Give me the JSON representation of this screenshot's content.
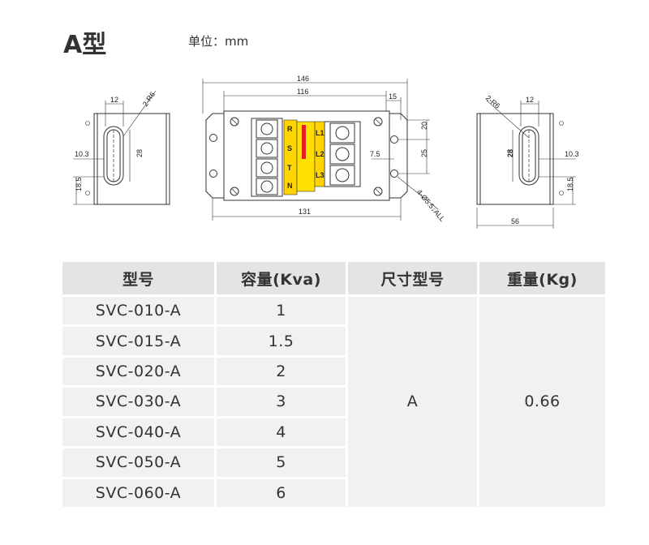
{
  "page": {
    "title": "A型",
    "unit": "单位：mm"
  },
  "drawing": {
    "left": {
      "dims": [
        "12",
        "2-R6",
        "10.3",
        "28",
        "18.5"
      ]
    },
    "front": {
      "dims": [
        "146",
        "116",
        "15",
        "20",
        "7.5",
        "25",
        "131",
        "4-Ø5.5↓ALL"
      ],
      "left_terminals": [
        "R",
        "S",
        "T",
        "N"
      ],
      "right_terminals": [
        "L1",
        "L2",
        "L3"
      ]
    },
    "right": {
      "dims": [
        "2-R6",
        "12",
        "28",
        "10.3",
        "18.5",
        "56"
      ]
    }
  },
  "table": {
    "headers": [
      "型号",
      "容量(Kva)",
      "尺寸型号",
      "重量(Kg)"
    ],
    "rows": [
      {
        "model": "SVC-010-A",
        "capacity": "1"
      },
      {
        "model": "SVC-015-A",
        "capacity": "1.5"
      },
      {
        "model": "SVC-020-A",
        "capacity": "2"
      },
      {
        "model": "SVC-030-A",
        "capacity": "3"
      },
      {
        "model": "SVC-040-A",
        "capacity": "4"
      },
      {
        "model": "SVC-050-A",
        "capacity": "5"
      },
      {
        "model": "SVC-060-A",
        "capacity": "6"
      }
    ],
    "size_type": "A",
    "weight": "0.66"
  }
}
